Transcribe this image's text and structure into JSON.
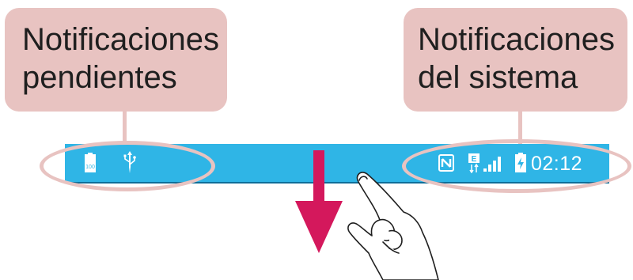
{
  "callouts": {
    "pending": {
      "line1": "Notificaciones",
      "line2": "pendientes"
    },
    "system": {
      "line1": "Notificaciones",
      "line2": "del sistema"
    }
  },
  "status_bar": {
    "left_icons": [
      "battery-100-icon",
      "usb-icon"
    ],
    "right_icons": [
      "nfc-icon",
      "sim-icon",
      "signal-icon",
      "battery-charging-icon"
    ],
    "clock": "02:12",
    "battery_label": "100"
  },
  "gesture": {
    "arrow": "swipe-down-arrow",
    "hand": "hand-pointer-icon"
  },
  "colors": {
    "callout_bg": "#e8c3c1",
    "status_bar_bg": "#2fb5e6",
    "arrow": "#d4185c",
    "text": "#1f1f1f"
  }
}
